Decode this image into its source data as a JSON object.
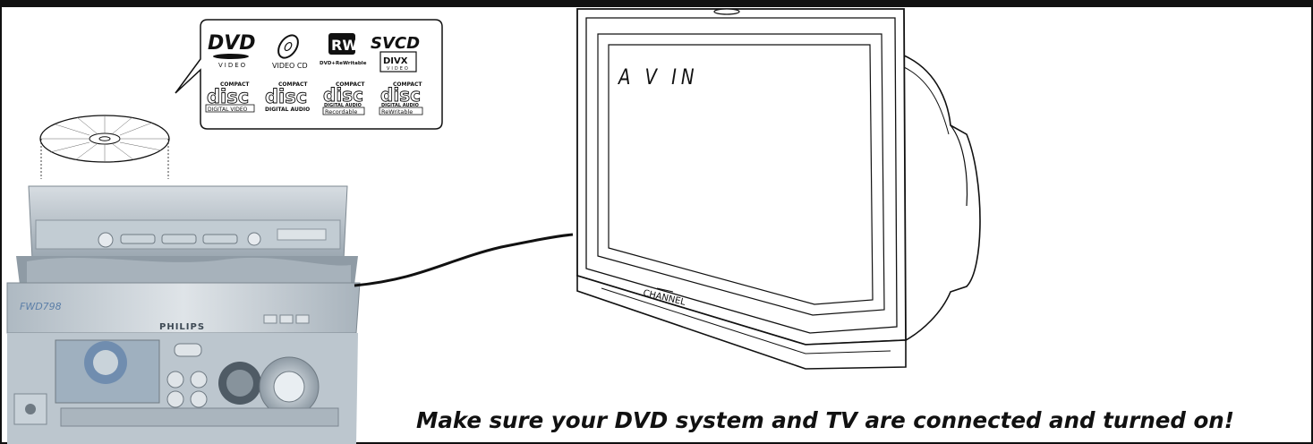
{
  "caption": "Make sure your DVD system and TV are connected and turned on!",
  "tv": {
    "screen_text": "A V IN",
    "channel_label": "CHANNEL"
  },
  "device": {
    "brand": "PHILIPS",
    "model": "FWD798"
  },
  "disc_logos": {
    "dvd": {
      "mark": "DVD",
      "sub": "VIDEO"
    },
    "vcd": {
      "sub": "VIDEO CD"
    },
    "rw": {
      "mark": "RW",
      "sub": "DVD+ReWritable"
    },
    "svcd": {
      "mark": "SVCD"
    },
    "divx": {
      "mark": "DIVX",
      "sub": "VIDEO"
    },
    "cd_digital_video": {
      "top": "COMPACT",
      "mark": "disc",
      "sub": "DIGITAL VIDEO"
    },
    "cd_digital_audio": {
      "top": "COMPACT",
      "mark": "disc",
      "sub": "DIGITAL AUDIO"
    },
    "cd_recordable": {
      "top": "COMPACT",
      "mark": "disc",
      "sub1": "DIGITAL AUDIO",
      "sub2": "Recordable"
    },
    "cd_rewritable": {
      "top": "COMPACT",
      "mark": "disc",
      "sub1": "DIGITAL AUDIO",
      "sub2": "ReWritable"
    }
  },
  "colors": {
    "line": "#111111",
    "tv_frame": "#e8e8e8",
    "device_silver": "#b9c4cc",
    "device_blue": "#5c7fa8"
  }
}
